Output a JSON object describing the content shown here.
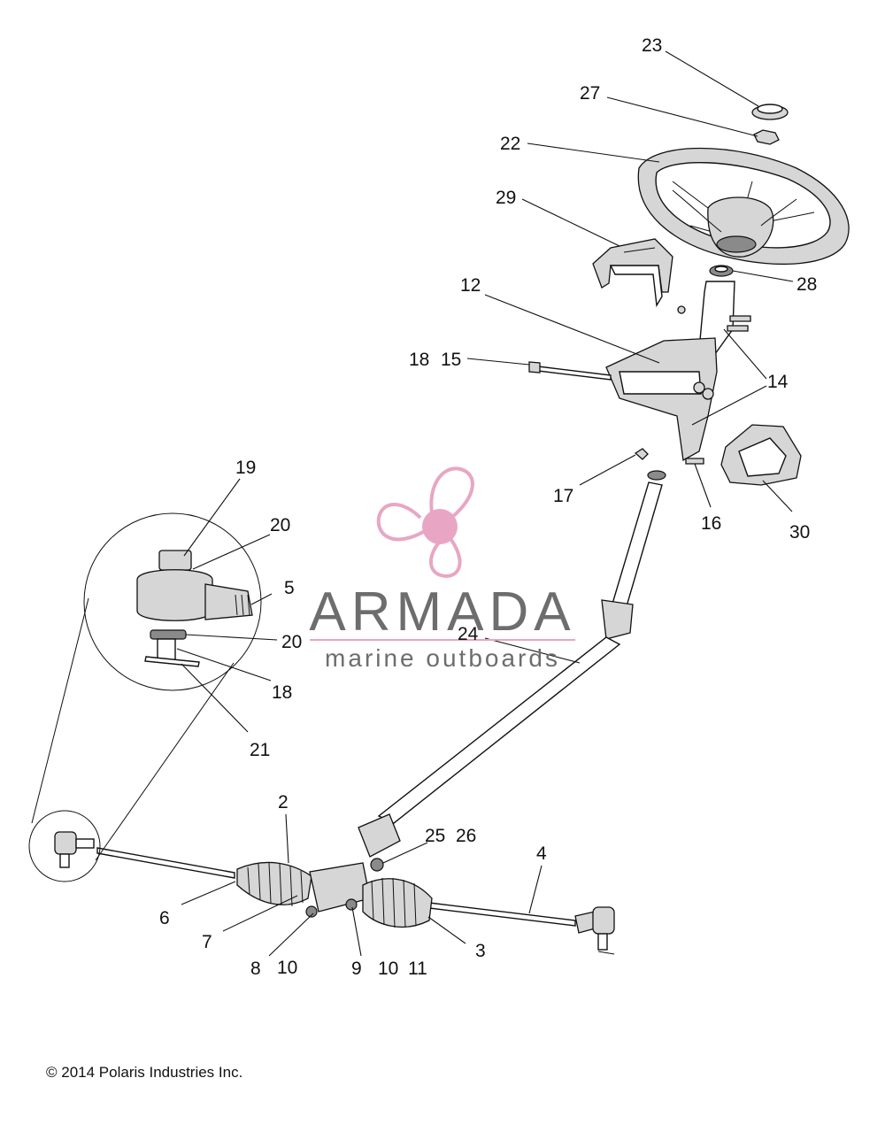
{
  "callouts": {
    "c23": "23",
    "c27": "27",
    "c22": "22",
    "c29": "29",
    "c28": "28",
    "c12": "12",
    "c18a": "18",
    "c15": "15",
    "c14": "14",
    "c17": "17",
    "c16": "16",
    "c30": "30",
    "c19": "19",
    "c20a": "20",
    "c5": "5",
    "c20b": "20",
    "c18b": "18",
    "c21": "21",
    "c24": "24",
    "c2": "2",
    "c25": "25",
    "c26": "26",
    "c4": "4",
    "c6": "6",
    "c7": "7",
    "c3": "3",
    "c8": "8",
    "c10a": "10",
    "c9": "9",
    "c10b": "10",
    "c11": "11"
  },
  "watermark": {
    "brand": "ARMADA",
    "tagline": "marine outboards",
    "color": "#e8a6c4",
    "text_color": "#6d6d6d"
  },
  "copyright": "© 2014 Polaris Industries Inc."
}
